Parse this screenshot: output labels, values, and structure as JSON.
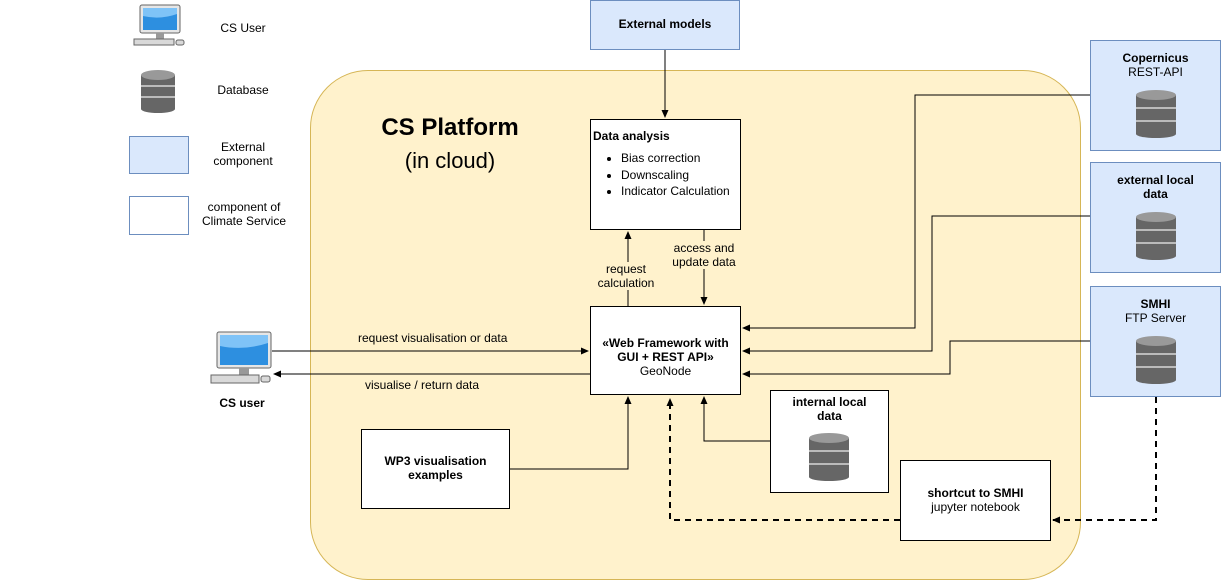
{
  "legend": {
    "cs_user": "CS User",
    "database": "Database",
    "external_component": "External component",
    "climate_service_component": "component of Climate Service"
  },
  "platform": {
    "title": "CS Platform",
    "subtitle": "(in cloud)"
  },
  "external_models": {
    "label": "External models"
  },
  "data_analysis": {
    "title": "Data analysis",
    "items": [
      "Bias correction",
      "Downscaling",
      "Indicator Calculation"
    ]
  },
  "web_framework": {
    "title": "«Web Framework with GUI + REST API»",
    "subtitle": "GeoNode"
  },
  "copernicus": {
    "title": "Copernicus",
    "subtitle": "REST-API"
  },
  "external_local_data": {
    "title": "external local data"
  },
  "smhi": {
    "title": "SMHI",
    "subtitle": "FTP Server"
  },
  "internal_local_data": {
    "title": "internal local data"
  },
  "wp3": {
    "title": "WP3 visualisation examples"
  },
  "shortcut": {
    "title": "shortcut to SMHI",
    "subtitle": "jupyter notebook"
  },
  "cs_user": {
    "label": "CS user"
  },
  "edges": {
    "request_calculation": "request calculation",
    "access_update": "access and update data",
    "request_visualisation": "request visualisation or data",
    "visualise_return": "visualise / return data"
  },
  "colors": {
    "platform_fill": "#fff2cc",
    "platform_border": "#d6b656",
    "external_fill": "#dae8fc",
    "external_border": "#6c8ebf"
  }
}
